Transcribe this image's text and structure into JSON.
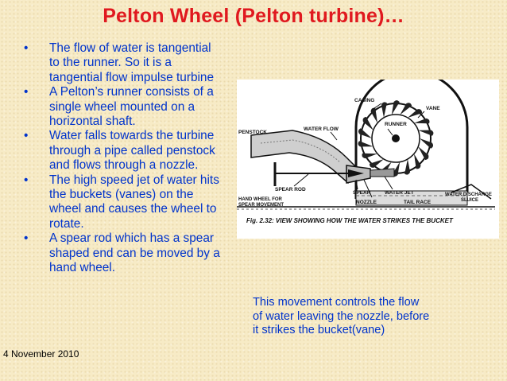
{
  "title": "Pelton Wheel (Pelton turbine)…",
  "bullets": [
    {
      "lines": [
        "The flow of water is tangential",
        "to the runner. So it is a",
        "tangential flow impulse turbine"
      ]
    },
    {
      "lines": [
        "A Pelton’s runner consists of a",
        "single wheel mounted on a",
        "horizontal shaft."
      ]
    },
    {
      "lines": [
        "Water falls towards the turbine",
        "through a pipe called penstock",
        "and flows through a nozzle."
      ]
    },
    {
      "lines": [
        "The high speed jet of water hits",
        "the buckets (vanes) on the",
        "wheel and causes the wheel to",
        "rotate."
      ]
    },
    {
      "lines": [
        "A spear rod which has a spear",
        "shaped end can be moved by a",
        "hand wheel."
      ]
    }
  ],
  "bullet_glyph": "•",
  "figure": {
    "labels": {
      "casing": "CASING",
      "vane": "VANE",
      "runner": "RUNNER",
      "water_flow": "WATER FLOW",
      "penstock": "PENSTOCK",
      "spear_rod": "SPEAR ROD",
      "hand_wheel_1": "HAND WHEEL FOR",
      "hand_wheel_2": "SPEAR MOVEMENT",
      "spear": "SPEAR",
      "nozzle": "NOZZLE",
      "water_jet": "WATER JET",
      "tail_race": "TAIL RACE",
      "discharge_1": "WATER DISCHARGE",
      "discharge_2": "SLUICE"
    },
    "caption": "Fig. 2.32: VIEW SHOWING HOW THE WATER STRIKES THE BUCKET"
  },
  "caption_lines": [
    "This movement controls the flow",
    "of water leaving the nozzle, before",
    "it strikes the bucket(vane)"
  ],
  "date": "4 November 2010",
  "colors": {
    "title": "#e0191f",
    "text": "#0033cc",
    "background": "#f7ebc6"
  }
}
